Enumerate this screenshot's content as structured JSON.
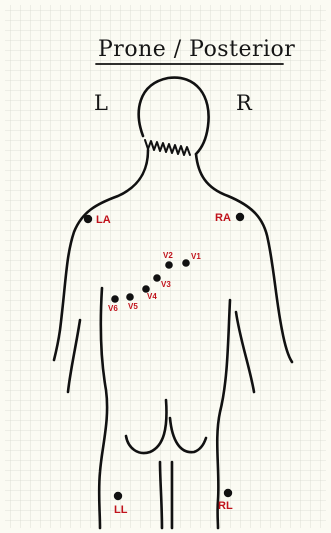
{
  "diagram": {
    "title": "Prone / Posterior",
    "side_left": "L",
    "side_right": "R",
    "colors": {
      "paper": "#fbfbf3",
      "grid": "#d6d8cf",
      "ink": "#111111",
      "lead_label": "#c0121b",
      "electrode": "#111111"
    },
    "electrodes": [
      {
        "id": "la",
        "label": "LA"
      },
      {
        "id": "ra",
        "label": "RA"
      },
      {
        "id": "v1",
        "label": "V1"
      },
      {
        "id": "v2",
        "label": "V2"
      },
      {
        "id": "v3",
        "label": "V3"
      },
      {
        "id": "v4",
        "label": "V4"
      },
      {
        "id": "v5",
        "label": "V5"
      },
      {
        "id": "v6",
        "label": "V6"
      },
      {
        "id": "ll",
        "label": "LL"
      },
      {
        "id": "rl",
        "label": "RL"
      }
    ]
  }
}
